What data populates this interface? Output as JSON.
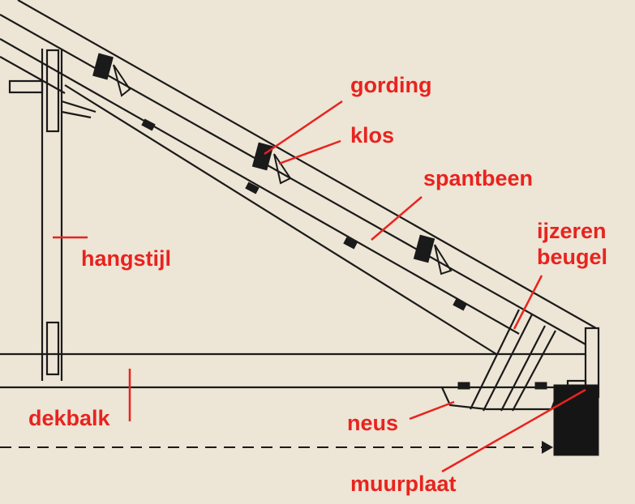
{
  "labels": {
    "gording": "gording",
    "klos": "klos",
    "spantbeen": "spantbeen",
    "hangstijl": "hangstijl",
    "ijzeren": "ijzeren",
    "beugel": "beugel",
    "dekbalk": "dekbalk",
    "neus": "neus",
    "muurplaat": "muurplaat"
  },
  "colors": {
    "label": "#e8231f",
    "ink": "#1a1a1a",
    "paper": "#ede5d5"
  }
}
